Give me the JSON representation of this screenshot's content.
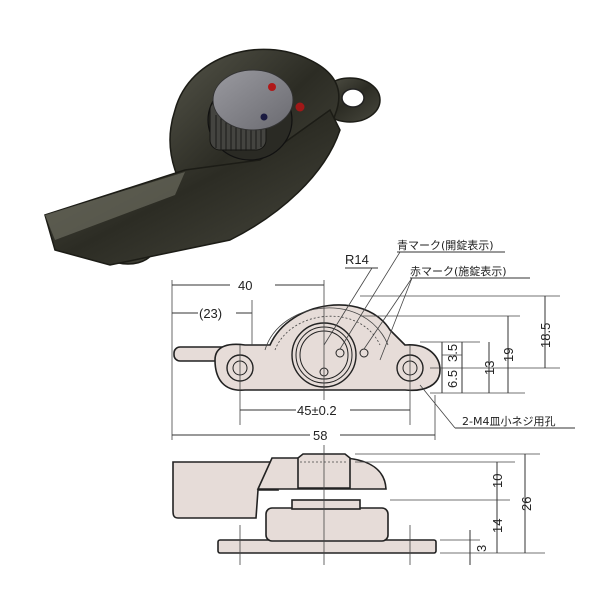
{
  "product_photo": {
    "description": "Crescent sash lock with rotating knob, dark bronze finish",
    "indicator_colors": {
      "red": "#b01818",
      "blue": "#1a1a40"
    },
    "body_color": "#3a3a30"
  },
  "top_view": {
    "labels": {
      "radius": "R14",
      "blue_mark": "青マーク(開錠表示)",
      "red_mark": "赤マーク(施錠表示)",
      "screw_holes": "2-M4皿小ネジ用孔"
    },
    "dimensions": {
      "width_40": "40",
      "width_23": "(23)",
      "hole_pitch": "45±0.2",
      "overall_length": "58",
      "h_6_5": "6.5",
      "h_3_5": "3.5",
      "h_13": "13",
      "h_19": "19",
      "h_18_5": "18.5"
    }
  },
  "side_view": {
    "dimensions": {
      "h_10": "10",
      "h_26": "26",
      "h_14": "14",
      "h_3": "3"
    }
  }
}
